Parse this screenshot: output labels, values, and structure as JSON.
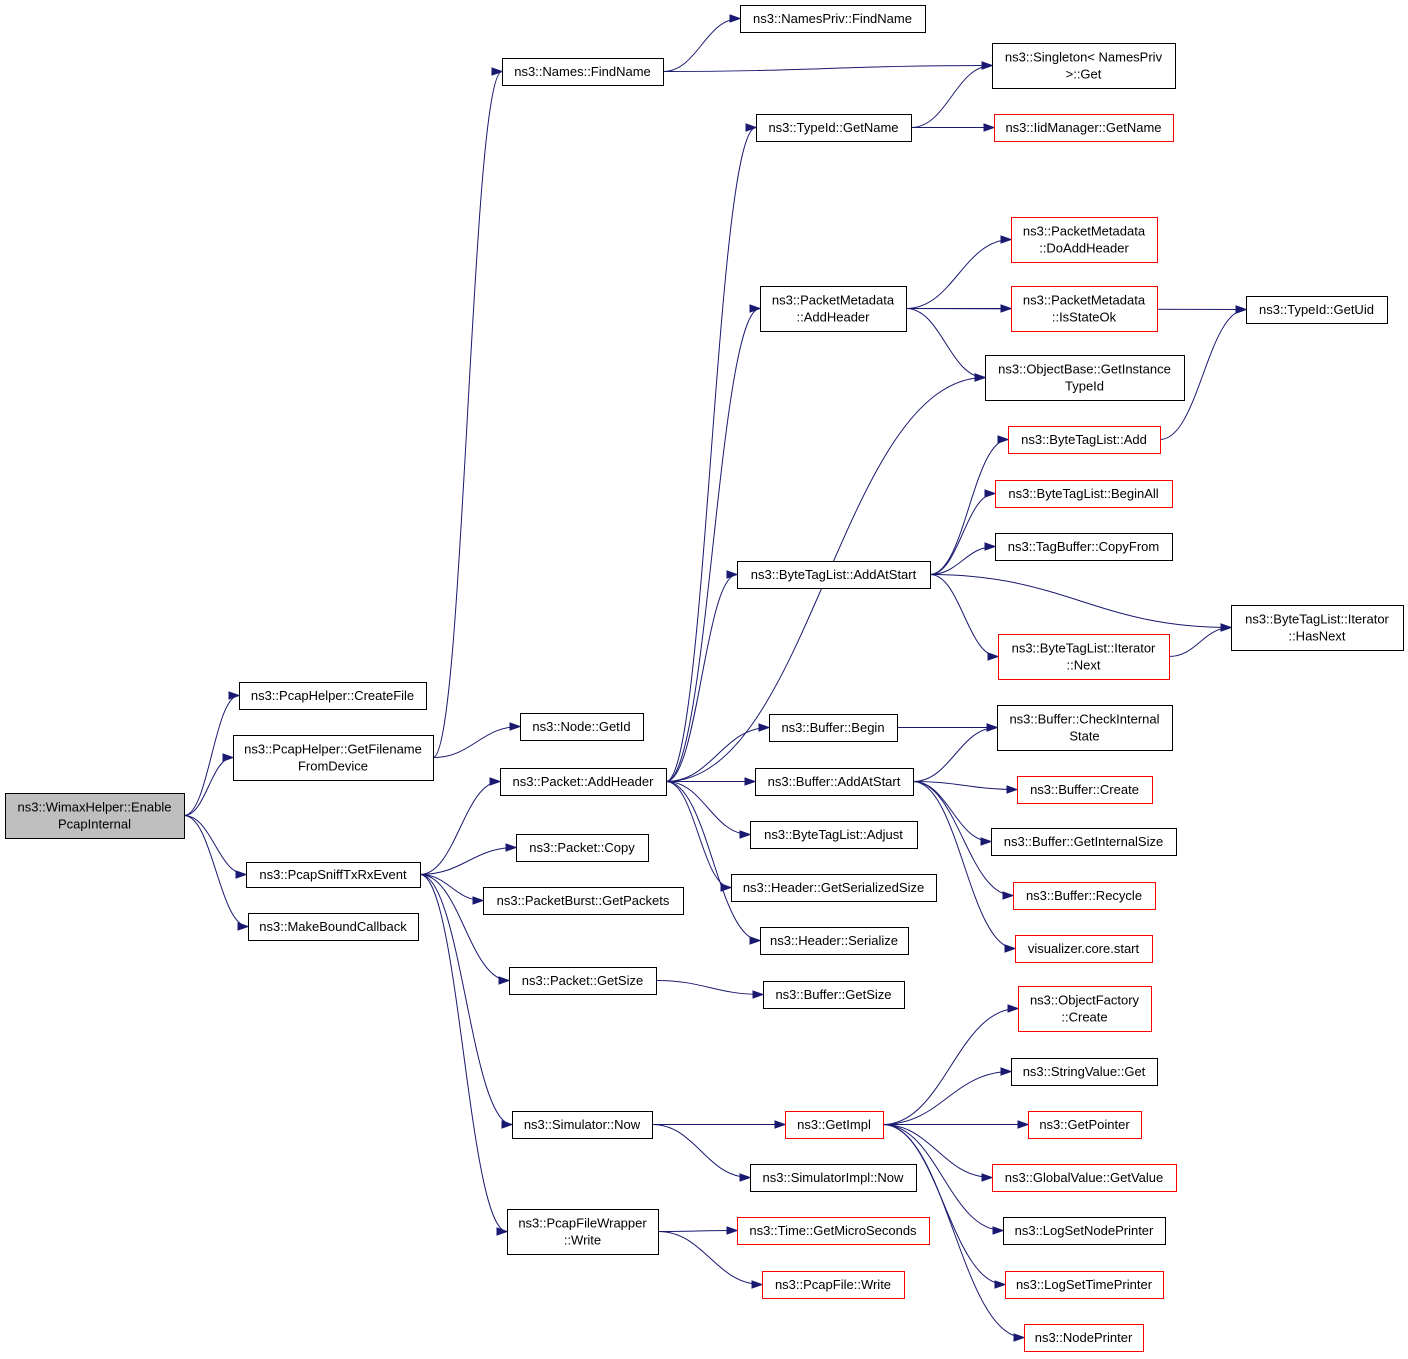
{
  "nodes": [
    {
      "id": "root",
      "lines": [
        "ns3::WimaxHelper::Enable",
        "PcapInternal"
      ],
      "style": "root"
    },
    {
      "id": "createfile",
      "lines": [
        "ns3::PcapHelper::CreateFile"
      ],
      "style": "black"
    },
    {
      "id": "getfilename",
      "lines": [
        "ns3::PcapHelper::GetFilename",
        "FromDevice"
      ],
      "style": "black"
    },
    {
      "id": "sniff",
      "lines": [
        "ns3::PcapSniffTxRxEvent"
      ],
      "style": "black"
    },
    {
      "id": "makebound",
      "lines": [
        "ns3::MakeBoundCallback"
      ],
      "style": "black"
    },
    {
      "id": "namesfind",
      "lines": [
        "ns3::Names::FindName"
      ],
      "style": "black"
    },
    {
      "id": "nodeget",
      "lines": [
        "ns3::Node::GetId"
      ],
      "style": "black"
    },
    {
      "id": "pktadd",
      "lines": [
        "ns3::Packet::AddHeader"
      ],
      "style": "black"
    },
    {
      "id": "pktcopy",
      "lines": [
        "ns3::Packet::Copy"
      ],
      "style": "black"
    },
    {
      "id": "burst",
      "lines": [
        "ns3::PacketBurst::GetPackets"
      ],
      "style": "black"
    },
    {
      "id": "pktsize",
      "lines": [
        "ns3::Packet::GetSize"
      ],
      "style": "black"
    },
    {
      "id": "simnow",
      "lines": [
        "ns3::Simulator::Now"
      ],
      "style": "black"
    },
    {
      "id": "pfwrite",
      "lines": [
        "ns3::PcapFileWrapper",
        "::Write"
      ],
      "style": "black"
    },
    {
      "id": "npfind",
      "lines": [
        "ns3::NamesPriv::FindName"
      ],
      "style": "black"
    },
    {
      "id": "singleton",
      "lines": [
        "ns3::Singleton< NamesPriv",
        ">::Get"
      ],
      "style": "black"
    },
    {
      "id": "tidname",
      "lines": [
        "ns3::TypeId::GetName"
      ],
      "style": "black"
    },
    {
      "id": "iidname",
      "lines": [
        "ns3::IidManager::GetName"
      ],
      "style": "red"
    },
    {
      "id": "pmdoadd",
      "lines": [
        "ns3::PacketMetadata",
        "::DoAddHeader"
      ],
      "style": "red"
    },
    {
      "id": "pmadd",
      "lines": [
        "ns3::PacketMetadata",
        "::AddHeader"
      ],
      "style": "black"
    },
    {
      "id": "pmstate",
      "lines": [
        "ns3::PacketMetadata",
        "::IsStateOk"
      ],
      "style": "red"
    },
    {
      "id": "tiduid",
      "lines": [
        "ns3::TypeId::GetUid"
      ],
      "style": "black"
    },
    {
      "id": "objbase",
      "lines": [
        "ns3::ObjectBase::GetInstance",
        "TypeId"
      ],
      "style": "black"
    },
    {
      "id": "btladd",
      "lines": [
        "ns3::ByteTagList::Add"
      ],
      "style": "red"
    },
    {
      "id": "btlbegin",
      "lines": [
        "ns3::ByteTagList::BeginAll"
      ],
      "style": "red"
    },
    {
      "id": "tbcopy",
      "lines": [
        "ns3::TagBuffer::CopyFrom"
      ],
      "style": "black"
    },
    {
      "id": "btlstart",
      "lines": [
        "ns3::ByteTagList::AddAtStart"
      ],
      "style": "black"
    },
    {
      "id": "itnext",
      "lines": [
        "ns3::ByteTagList::Iterator",
        "::Next"
      ],
      "style": "red"
    },
    {
      "id": "ithas",
      "lines": [
        "ns3::ByteTagList::Iterator",
        "::HasNext"
      ],
      "style": "black"
    },
    {
      "id": "bufbegin",
      "lines": [
        "ns3::Buffer::Begin"
      ],
      "style": "black"
    },
    {
      "id": "bufcheck",
      "lines": [
        "ns3::Buffer::CheckInternal",
        "State"
      ],
      "style": "black"
    },
    {
      "id": "bufaddstart",
      "lines": [
        "ns3::Buffer::AddAtStart"
      ],
      "style": "black"
    },
    {
      "id": "bufcreate",
      "lines": [
        "ns3::Buffer::Create"
      ],
      "style": "red"
    },
    {
      "id": "btladjust",
      "lines": [
        "ns3::ByteTagList::Adjust"
      ],
      "style": "black"
    },
    {
      "id": "bufinternal",
      "lines": [
        "ns3::Buffer::GetInternalSize"
      ],
      "style": "black"
    },
    {
      "id": "hdrsersize",
      "lines": [
        "ns3::Header::GetSerializedSize"
      ],
      "style": "black"
    },
    {
      "id": "bufrecycle",
      "lines": [
        "ns3::Buffer::Recycle"
      ],
      "style": "red"
    },
    {
      "id": "hdrser",
      "lines": [
        "ns3::Header::Serialize"
      ],
      "style": "black"
    },
    {
      "id": "vizstart",
      "lines": [
        "visualizer.core.start"
      ],
      "style": "red"
    },
    {
      "id": "bufsize",
      "lines": [
        "ns3::Buffer::GetSize"
      ],
      "style": "black"
    },
    {
      "id": "ofcreate",
      "lines": [
        "ns3::ObjectFactory",
        "::Create"
      ],
      "style": "red"
    },
    {
      "id": "strget",
      "lines": [
        "ns3::StringValue::Get"
      ],
      "style": "black"
    },
    {
      "id": "getimpl",
      "lines": [
        "ns3::GetImpl"
      ],
      "style": "red"
    },
    {
      "id": "getptr",
      "lines": [
        "ns3::GetPointer"
      ],
      "style": "red"
    },
    {
      "id": "gvget",
      "lines": [
        "ns3::GlobalValue::GetValue"
      ],
      "style": "red"
    },
    {
      "id": "simimplnow",
      "lines": [
        "ns3::SimulatorImpl::Now"
      ],
      "style": "black"
    },
    {
      "id": "lognode",
      "lines": [
        "ns3::LogSetNodePrinter"
      ],
      "style": "black"
    },
    {
      "id": "timemicro",
      "lines": [
        "ns3::Time::GetMicroSeconds"
      ],
      "style": "red"
    },
    {
      "id": "logtime",
      "lines": [
        "ns3::LogSetTimePrinter"
      ],
      "style": "red"
    },
    {
      "id": "pfilewrite",
      "lines": [
        "ns3::PcapFile::Write"
      ],
      "style": "red"
    },
    {
      "id": "nodeprinter",
      "lines": [
        "ns3::NodePrinter"
      ],
      "style": "red"
    }
  ],
  "edges": [
    [
      "root",
      "createfile"
    ],
    [
      "root",
      "getfilename"
    ],
    [
      "root",
      "sniff"
    ],
    [
      "root",
      "makebound"
    ],
    [
      "getfilename",
      "namesfind"
    ],
    [
      "getfilename",
      "nodeget"
    ],
    [
      "namesfind",
      "npfind"
    ],
    [
      "namesfind",
      "singleton"
    ],
    [
      "sniff",
      "pktadd"
    ],
    [
      "sniff",
      "pktcopy"
    ],
    [
      "sniff",
      "burst"
    ],
    [
      "sniff",
      "pktsize"
    ],
    [
      "sniff",
      "simnow"
    ],
    [
      "sniff",
      "pfwrite"
    ],
    [
      "pktadd",
      "tidname"
    ],
    [
      "pktadd",
      "pmadd"
    ],
    [
      "pktadd",
      "objbase"
    ],
    [
      "pktadd",
      "btlstart"
    ],
    [
      "pktadd",
      "bufbegin"
    ],
    [
      "pktadd",
      "bufaddstart"
    ],
    [
      "pktadd",
      "btladjust"
    ],
    [
      "pktadd",
      "hdrsersize"
    ],
    [
      "pktadd",
      "hdrser"
    ],
    [
      "tidname",
      "singleton"
    ],
    [
      "tidname",
      "iidname"
    ],
    [
      "pmadd",
      "tiduid"
    ],
    [
      "pmadd",
      "pmdoadd"
    ],
    [
      "pmadd",
      "pmstate"
    ],
    [
      "pmadd",
      "objbase"
    ],
    [
      "btladd",
      "tiduid"
    ],
    [
      "btlstart",
      "btladd"
    ],
    [
      "btlstart",
      "btlbegin"
    ],
    [
      "btlstart",
      "tbcopy"
    ],
    [
      "btlstart",
      "ithas"
    ],
    [
      "btlstart",
      "itnext"
    ],
    [
      "itnext",
      "ithas"
    ],
    [
      "bufbegin",
      "bufcheck"
    ],
    [
      "bufaddstart",
      "bufcheck"
    ],
    [
      "bufaddstart",
      "bufcreate"
    ],
    [
      "bufaddstart",
      "bufinternal"
    ],
    [
      "bufaddstart",
      "bufrecycle"
    ],
    [
      "bufaddstart",
      "vizstart"
    ],
    [
      "pktsize",
      "bufsize"
    ],
    [
      "simnow",
      "getimpl"
    ],
    [
      "simnow",
      "simimplnow"
    ],
    [
      "getimpl",
      "ofcreate"
    ],
    [
      "getimpl",
      "strget"
    ],
    [
      "getimpl",
      "getptr"
    ],
    [
      "getimpl",
      "gvget"
    ],
    [
      "getimpl",
      "lognode"
    ],
    [
      "getimpl",
      "logtime"
    ],
    [
      "getimpl",
      "nodeprinter"
    ],
    [
      "pfwrite",
      "timemicro"
    ],
    [
      "pfwrite",
      "pfilewrite"
    ]
  ],
  "colors": {
    "edge": "#191970",
    "node_border": "#000000",
    "highlight_border": "#ff0000",
    "root_fill": "#bfbfbf"
  }
}
